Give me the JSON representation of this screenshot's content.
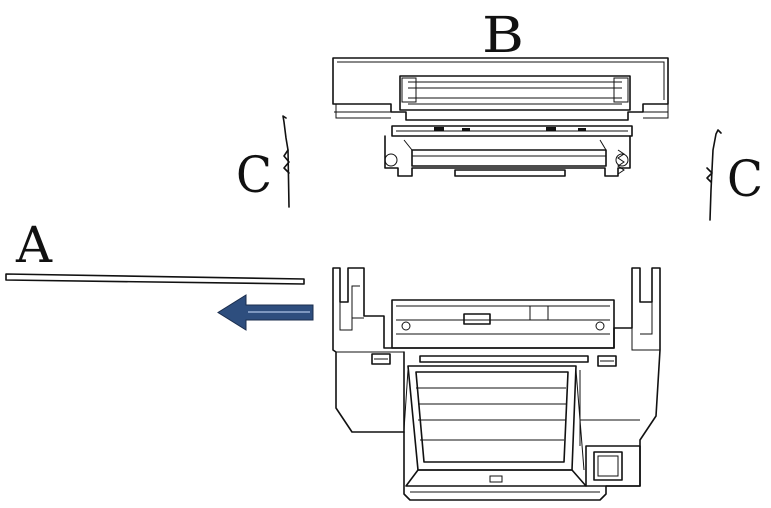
{
  "labels": {
    "rod": "A",
    "top_unit": "B",
    "spring_left": "C",
    "spring_right": "C"
  },
  "arrow": {
    "direction": "left",
    "color": "#2e4e7e"
  }
}
